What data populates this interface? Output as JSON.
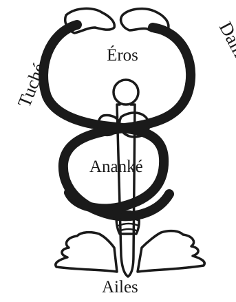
{
  "labels": {
    "top": "Éros",
    "left": "Tuché",
    "right": "Daimôn",
    "middle": "Ananké",
    "bottom": "Ailes"
  },
  "colors": {
    "ink": "#1a1a1a",
    "background": "#ffffff"
  }
}
